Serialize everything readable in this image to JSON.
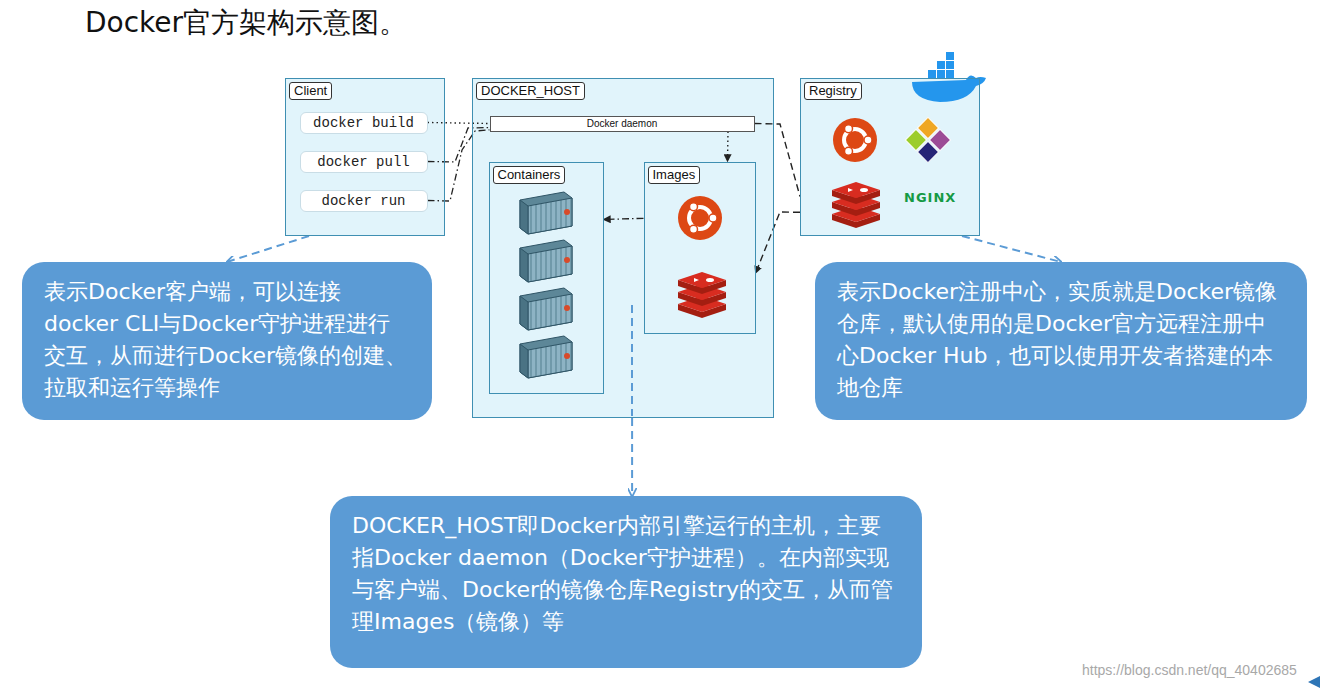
{
  "diagram": {
    "title": "Docker官方架构示意图。",
    "nodes": [
      {
        "text": [
          "Client"
        ]
      },
      {
        "text": [
          "docker build"
        ],
        "in": 0
      },
      {
        "text": [
          "docker pull"
        ],
        "in": 0
      },
      {
        "text": [
          "docker run"
        ],
        "in": 0
      },
      {
        "text": [
          "DOCKER_HOST"
        ]
      },
      {
        "text": [
          "Docker daemon"
        ],
        "in": 4
      },
      {
        "text": [
          "Containers"
        ],
        "in": 4
      },
      {
        "text": [
          "Images"
        ],
        "in": 4
      },
      {
        "text": [
          "Registry"
        ]
      },
      {
        "text": [
          "表示Docker客户端，可以连接docker CLI与Docker守护进程进行交互，从而进行Docker镜像的创建、拉取和运行等操作"
        ]
      },
      {
        "text": [
          "表示Docker注册中心，实质就是Docker镜像仓库，默认使用的是Docker官方远程注册中心Docker Hub，也可以使用开发者搭建的本地仓库"
        ]
      },
      {
        "text": [
          "DOCKER_HOST即Docker内部引擎运行的主机，主要指Docker daemon（Docker守护进程）。在内部实现与客户端、Docker的镜像仓库Registry的交互，从而管理Images（镜像）等"
        ]
      }
    ],
    "edges": [
      {
        "from": 0,
        "to": 9,
        "arrow": "to"
      },
      {
        "from": 8,
        "to": 10,
        "arrow": "to"
      },
      {
        "from": 4,
        "to": 11,
        "arrow": "to"
      },
      {
        "from": 1,
        "to": 5,
        "arrow": "none"
      },
      {
        "from": 2,
        "to": 5,
        "arrow": "none"
      },
      {
        "from": 3,
        "to": 5,
        "arrow": "none"
      },
      {
        "from": 5,
        "to": 7,
        "arrow": "to"
      },
      {
        "from": 7,
        "to": 6,
        "arrow": "to"
      },
      {
        "from": 5,
        "to": 8,
        "arrow": "none"
      },
      {
        "from": 8,
        "to": 7,
        "arrow": "to"
      }
    ],
    "labels": [
      "NGINX",
      "https://blog.csdn.net/qq_40402685"
    ]
  }
}
